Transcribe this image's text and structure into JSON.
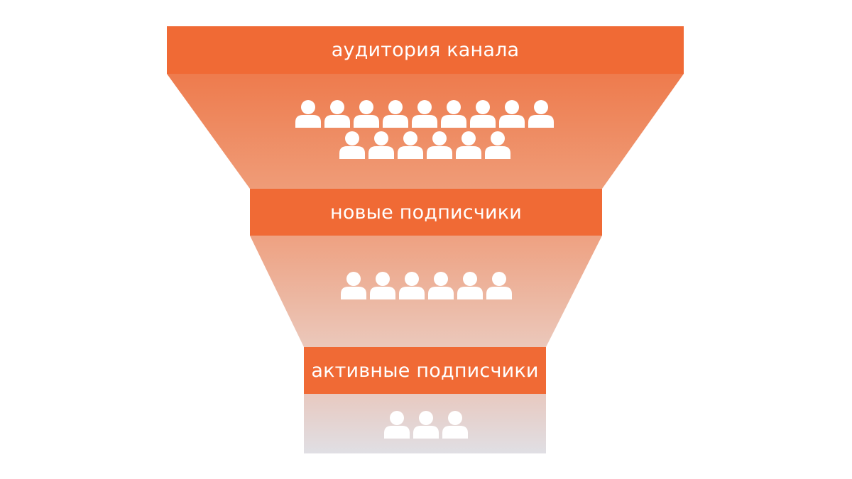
{
  "funnel": {
    "colors": {
      "band": "#f06a35",
      "trapezoid_top": "#ee7a4c",
      "trapezoid_bottom_fade": "#e0dfe3",
      "icon": "#ffffff"
    },
    "stages": [
      {
        "label": "аудитория канала",
        "people_rows": [
          9,
          6
        ]
      },
      {
        "label": "новые подписчики",
        "people_rows": [
          6
        ]
      },
      {
        "label": "активные подписчики",
        "people_rows": [
          3
        ]
      }
    ],
    "icon": "person-icon"
  }
}
